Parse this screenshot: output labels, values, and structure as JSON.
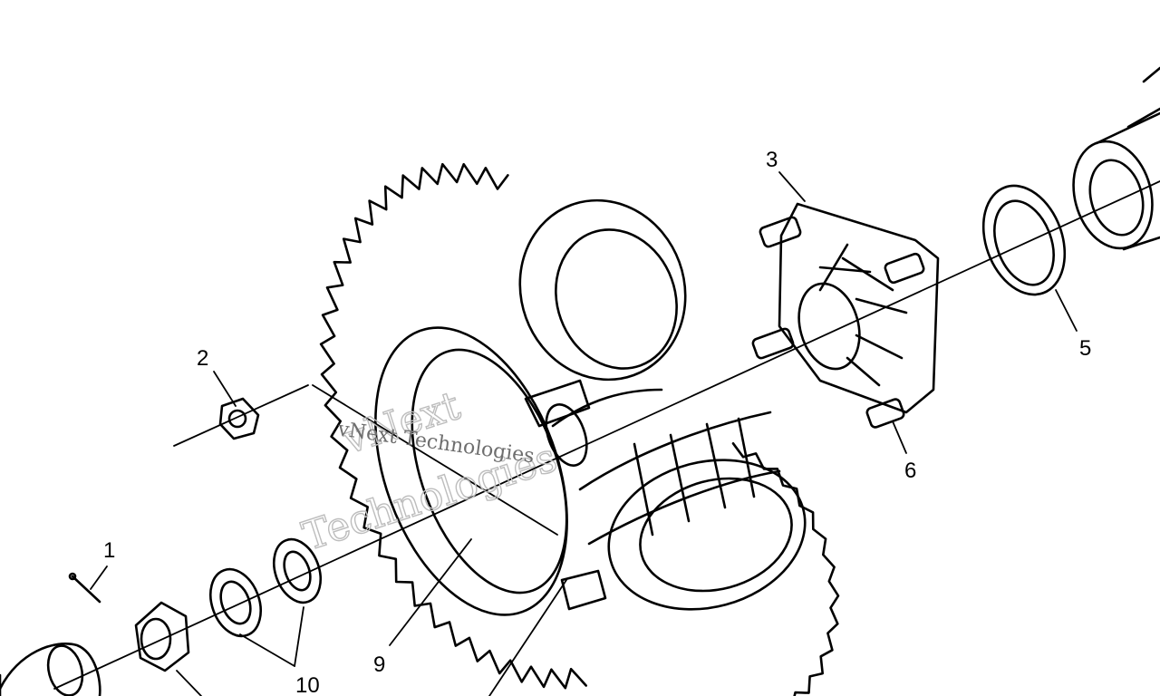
{
  "diagram": {
    "callouts": [
      {
        "id": "c1",
        "label": "1"
      },
      {
        "id": "c2",
        "label": "2"
      },
      {
        "id": "c3",
        "label": "3"
      },
      {
        "id": "c5",
        "label": "5"
      },
      {
        "id": "c6",
        "label": "6"
      },
      {
        "id": "c9",
        "label": "9"
      },
      {
        "id": "c10",
        "label": "10"
      }
    ],
    "watermark": {
      "line1": "vNext",
      "line2": "Technologies",
      "small": "vNext Technologies"
    },
    "colors": {
      "ink": "#000000",
      "watermark": "#bdbdbd",
      "background": "#ffffff"
    }
  }
}
